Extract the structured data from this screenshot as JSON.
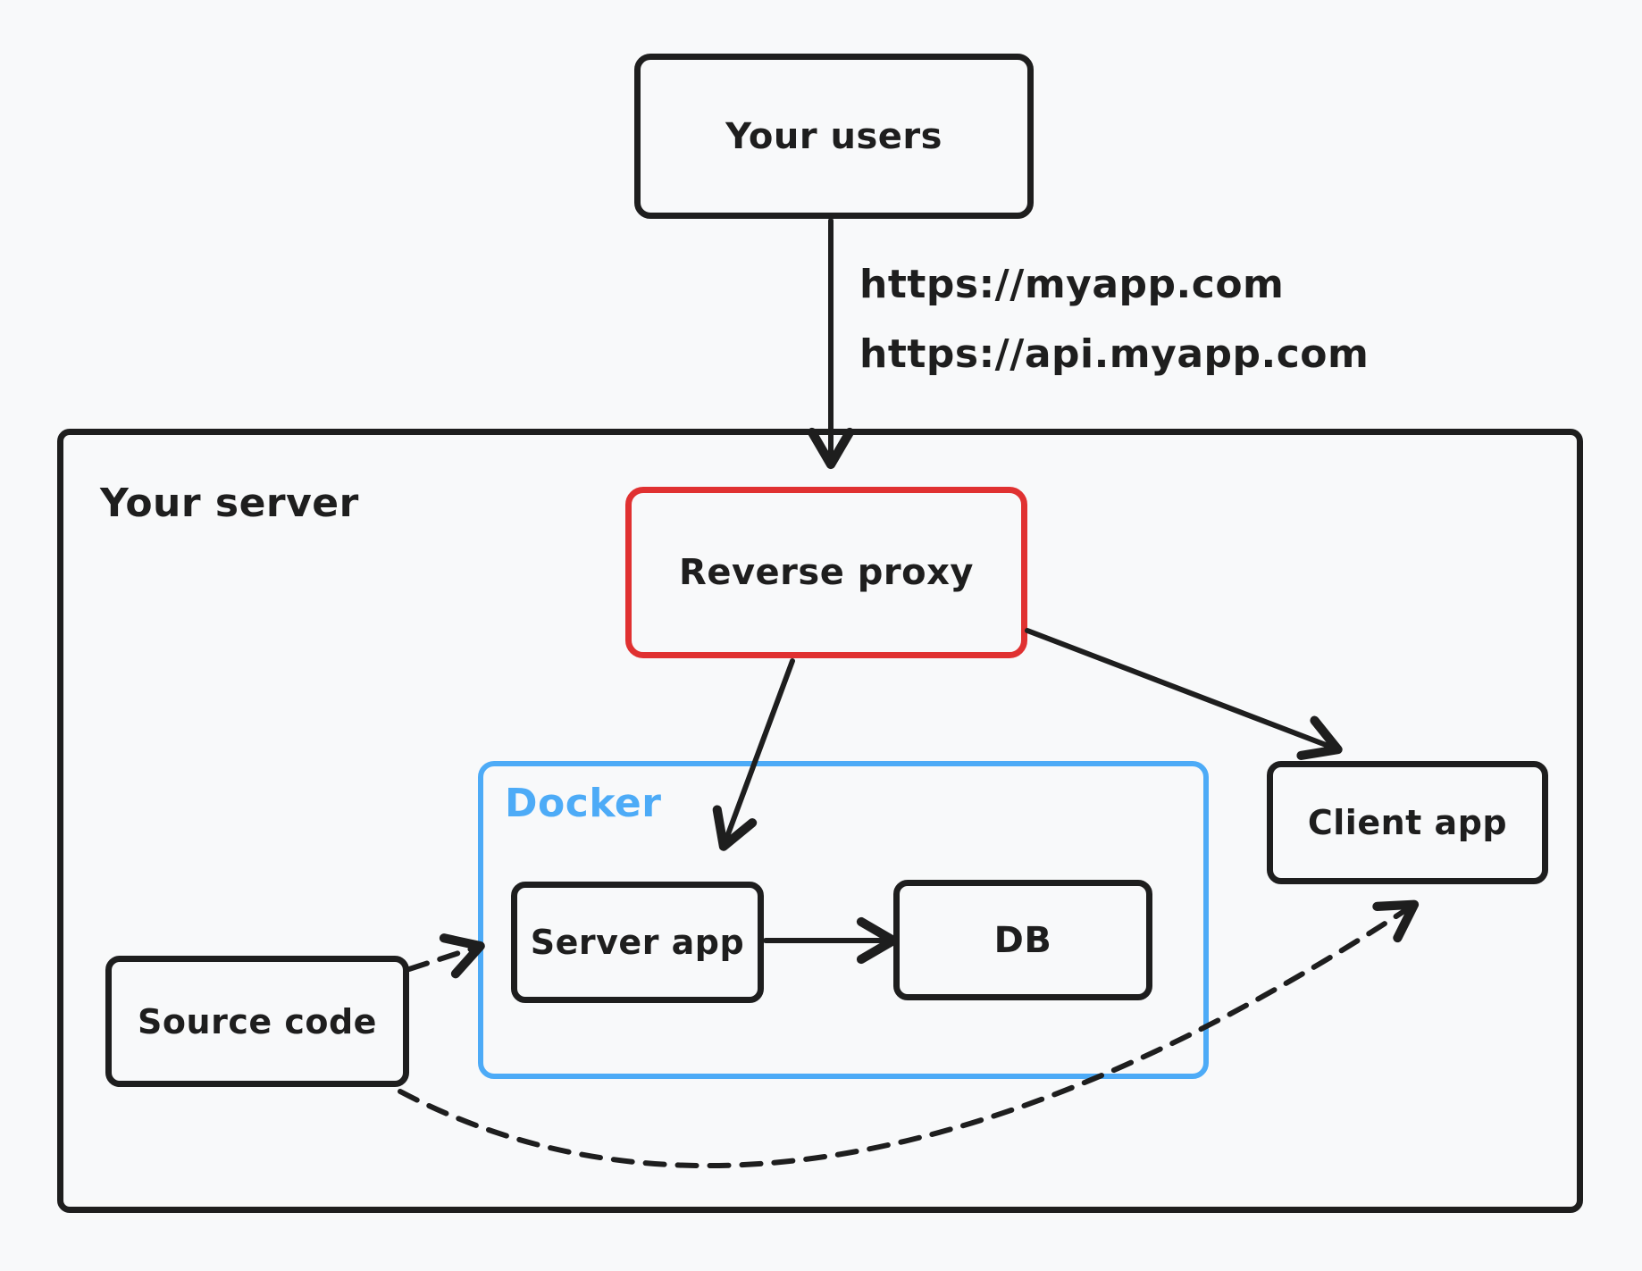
{
  "diagram": {
    "colors": {
      "bg": "#f8f9fa",
      "ink": "#1e1e1e",
      "red": "#e03131",
      "blue": "#4dabf7"
    },
    "nodes": {
      "users": {
        "label": "Your users"
      },
      "your_server": {
        "label": "Your server"
      },
      "reverse_proxy": {
        "label": "Reverse proxy",
        "accent": "#e03131"
      },
      "docker": {
        "label": "Docker",
        "accent": "#4dabf7"
      },
      "server_app": {
        "label": "Server app"
      },
      "db": {
        "label": "DB"
      },
      "client_app": {
        "label": "Client app"
      },
      "source_code": {
        "label": "Source code"
      }
    },
    "edges": [
      {
        "id": "users-to-reverse-proxy",
        "from": "users",
        "to": "reverse-proxy",
        "style": "solid",
        "labels": [
          "https://myapp.com",
          "https://api.myapp.com"
        ]
      },
      {
        "id": "reverse-proxy-to-server-app",
        "from": "reverse-proxy",
        "to": "server-app",
        "style": "solid"
      },
      {
        "id": "reverse-proxy-to-client-app",
        "from": "reverse-proxy",
        "to": "client-app",
        "style": "solid"
      },
      {
        "id": "server-app-to-db",
        "from": "server-app",
        "to": "db",
        "style": "solid"
      },
      {
        "id": "source-code-to-server-app",
        "from": "source-code",
        "to": "server-app",
        "style": "dashed"
      },
      {
        "id": "source-code-to-client-app",
        "from": "source-code",
        "to": "client-app",
        "style": "dashed"
      }
    ]
  }
}
